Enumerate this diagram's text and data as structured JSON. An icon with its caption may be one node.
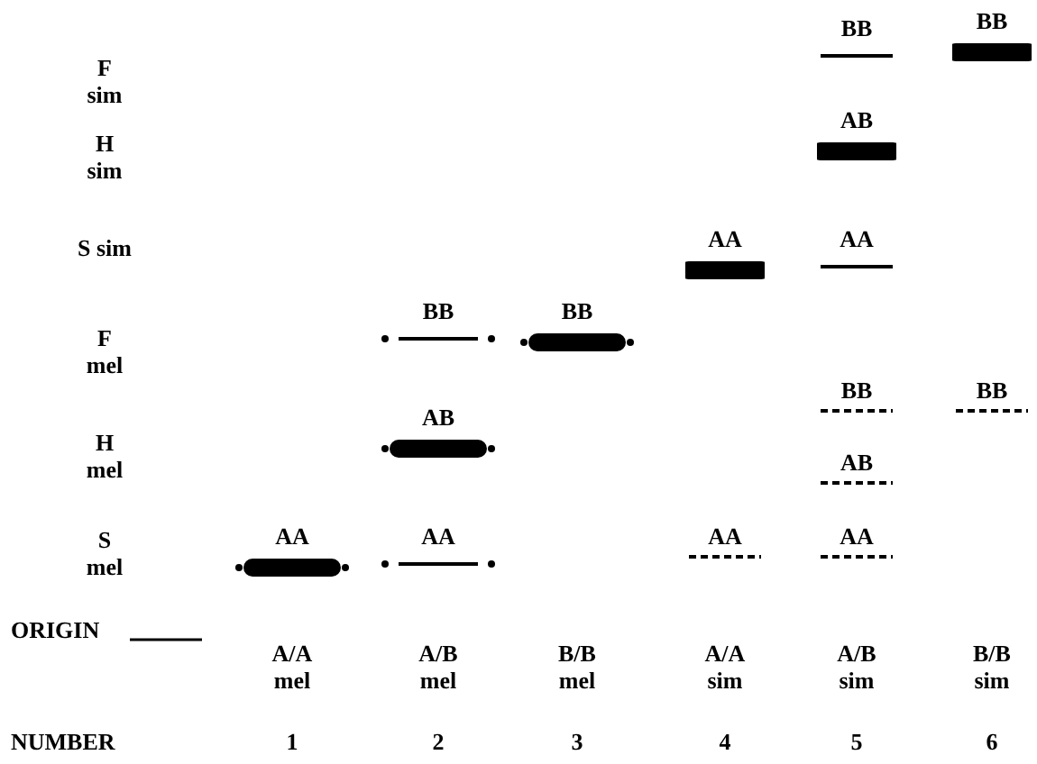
{
  "diagram": {
    "nodes": [
      {
        "text": [
          "BB"
        ]
      },
      {
        "text": [
          "BB"
        ]
      },
      {
        "text": [
          "AB"
        ]
      },
      {
        "text": [
          "AA"
        ]
      },
      {
        "text": [
          "AA"
        ]
      },
      {
        "text": [
          "BB"
        ]
      },
      {
        "text": [
          "BB"
        ]
      },
      {
        "text": [
          "BB"
        ]
      },
      {
        "text": [
          "BB"
        ]
      },
      {
        "text": [
          "AB"
        ]
      },
      {
        "text": [
          "AB"
        ]
      },
      {
        "text": [
          "AA"
        ]
      },
      {
        "text": [
          "AA"
        ]
      },
      {
        "text": [
          "AA"
        ]
      },
      {
        "text": [
          "AA"
        ]
      }
    ],
    "labels": [
      "F sim",
      "H sim",
      "S sim",
      "F mel",
      "H mel",
      "S mel",
      "ORIGIN",
      "A/A mel",
      "A/B mel",
      "B/B mel",
      "A/A sim",
      "A/B sim",
      "B/B sim",
      "NUMBER",
      "1",
      "2",
      "3",
      "4",
      "5",
      "6"
    ]
  }
}
